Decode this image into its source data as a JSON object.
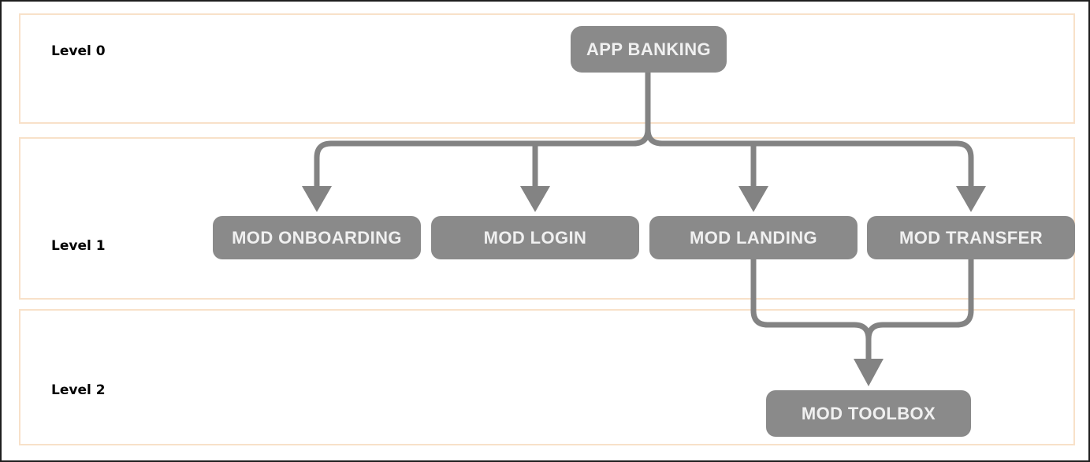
{
  "diagram": {
    "type": "hierarchy",
    "levels": [
      {
        "label": "Level 0",
        "nodes": [
          {
            "id": "app-banking",
            "label": "APP BANKING"
          }
        ]
      },
      {
        "label": "Level 1",
        "nodes": [
          {
            "id": "mod-onboarding",
            "label": "MOD ONBOARDING"
          },
          {
            "id": "mod-login",
            "label": "MOD LOGIN"
          },
          {
            "id": "mod-landing",
            "label": "MOD LANDING"
          },
          {
            "id": "mod-transfer",
            "label": "MOD TRANSFER"
          }
        ]
      },
      {
        "label": "Level 2",
        "nodes": [
          {
            "id": "mod-toolbox",
            "label": "MOD TOOLBOX"
          }
        ]
      }
    ],
    "edges": [
      {
        "from": "app-banking",
        "to": "mod-onboarding"
      },
      {
        "from": "app-banking",
        "to": "mod-login"
      },
      {
        "from": "app-banking",
        "to": "mod-landing"
      },
      {
        "from": "app-banking",
        "to": "mod-transfer"
      },
      {
        "from": "mod-landing",
        "to": "mod-toolbox"
      },
      {
        "from": "mod-transfer",
        "to": "mod-toolbox"
      }
    ],
    "theme": {
      "node_fill": "#8a8a8a",
      "node_text": "#f0f0f0",
      "connector": "#838383",
      "band_border": "#f8e1c9",
      "frame": "#1f1f1f",
      "label_color": "#000000",
      "background": "#ffffff"
    }
  }
}
